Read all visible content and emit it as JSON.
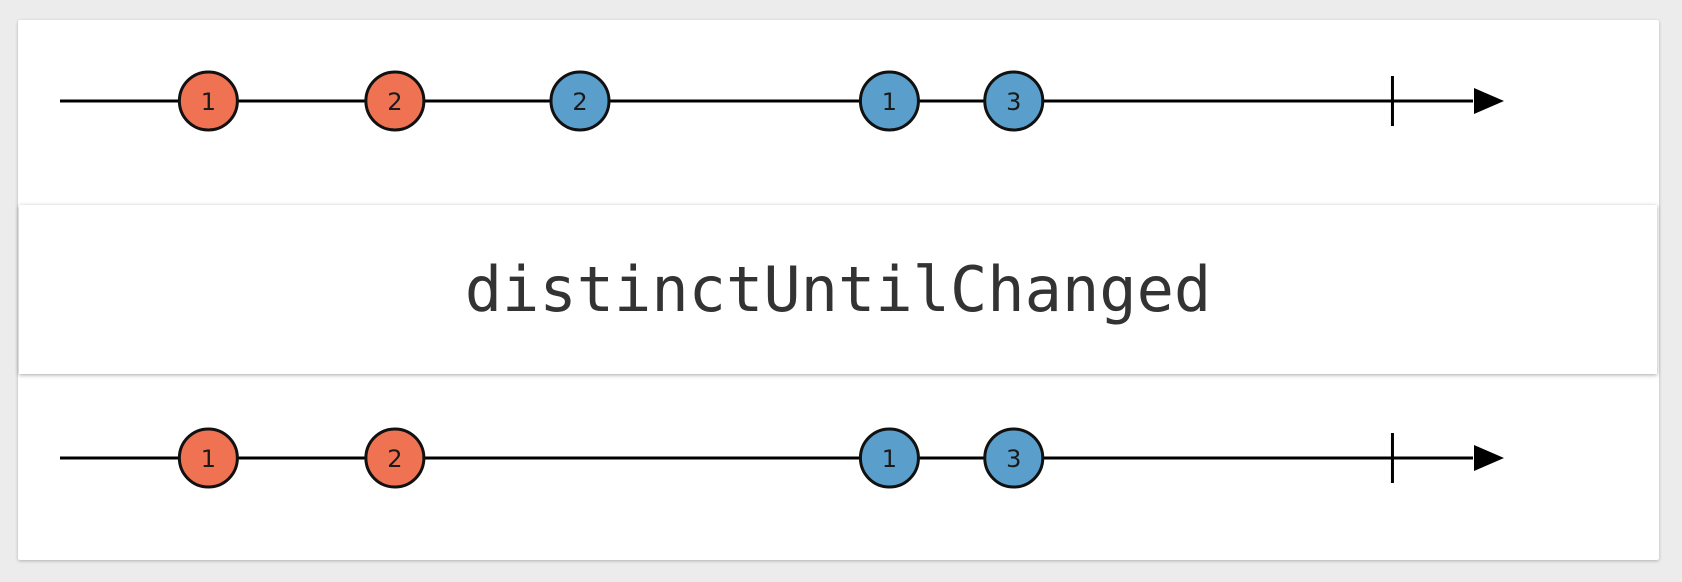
{
  "operator": {
    "label": "distinctUntilChanged"
  },
  "colors": {
    "orange": "#ef7252",
    "blue": "#5a9fcb",
    "line": "#000000"
  },
  "timelines": {
    "source": {
      "marbles": [
        {
          "value": "1",
          "color": "orange",
          "t": 0.105
        },
        {
          "value": "2",
          "color": "orange",
          "t": 0.237
        },
        {
          "value": "2",
          "color": "blue",
          "t": 0.368
        },
        {
          "value": "1",
          "color": "blue",
          "t": 0.587
        },
        {
          "value": "3",
          "color": "blue",
          "t": 0.675
        }
      ],
      "complete_t": 0.943
    },
    "result": {
      "marbles": [
        {
          "value": "1",
          "color": "orange",
          "t": 0.105
        },
        {
          "value": "2",
          "color": "orange",
          "t": 0.237
        },
        {
          "value": "1",
          "color": "blue",
          "t": 0.587
        },
        {
          "value": "3",
          "color": "blue",
          "t": 0.675
        }
      ],
      "complete_t": 0.943
    }
  }
}
